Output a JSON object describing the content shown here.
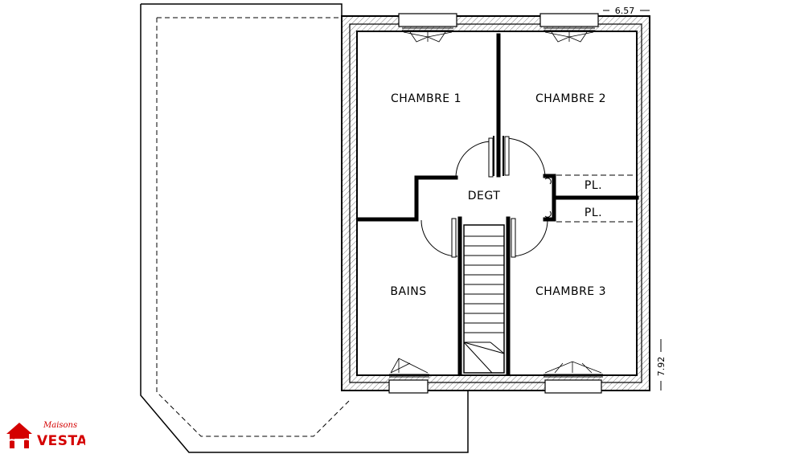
{
  "rooms": {
    "chambre1": "CHAMBRE 1",
    "chambre2": "CHAMBRE 2",
    "chambre3": "CHAMBRE 3",
    "bains": "BAINS",
    "degt": "DEGT",
    "placard_top": "PL.",
    "placard_bottom": "PL."
  },
  "dimensions": {
    "width": "6.57",
    "depth": "7.92"
  },
  "logo": {
    "script": "Maisons",
    "brand": "VESTA",
    "color": "#d40000"
  }
}
